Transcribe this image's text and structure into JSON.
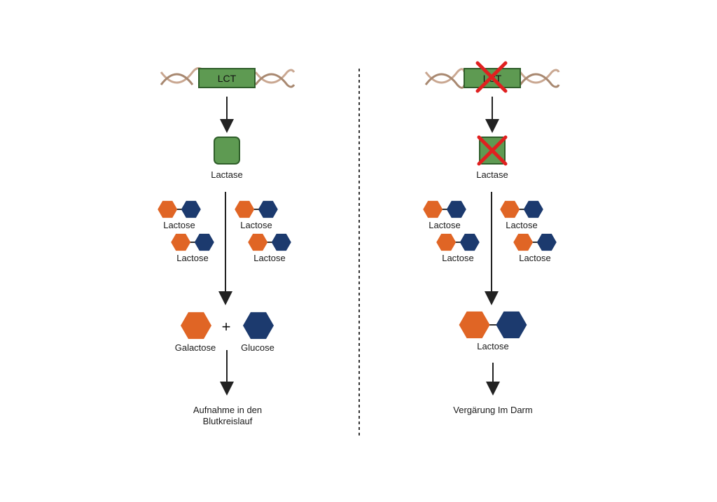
{
  "left": {
    "gene_label": "LCT",
    "enzyme_label": "Lactase",
    "lactose_labels": [
      "Lactose",
      "Lactose",
      "Lactose",
      "Lactose"
    ],
    "galactose_label": "Galactose",
    "plus_sign": "+",
    "glucose_label": "Glucose",
    "outcome": "Aufnahme in den Blutkreislauf"
  },
  "right": {
    "gene_label": "LCT",
    "enzyme_label": "Lactase",
    "lactose_labels": [
      "Lactose",
      "Lactose",
      "Lactose",
      "Lactose"
    ],
    "result_label": "Lactose",
    "outcome": "Vergärung Im Darm"
  },
  "colors": {
    "galactose": "#e06525",
    "glucose": "#1c3a6e",
    "gene_box": "#5e9a52",
    "gene_border": "#2f5e2a",
    "dna": "#c9a791",
    "cross": "#e02020",
    "arrow": "#222222"
  }
}
